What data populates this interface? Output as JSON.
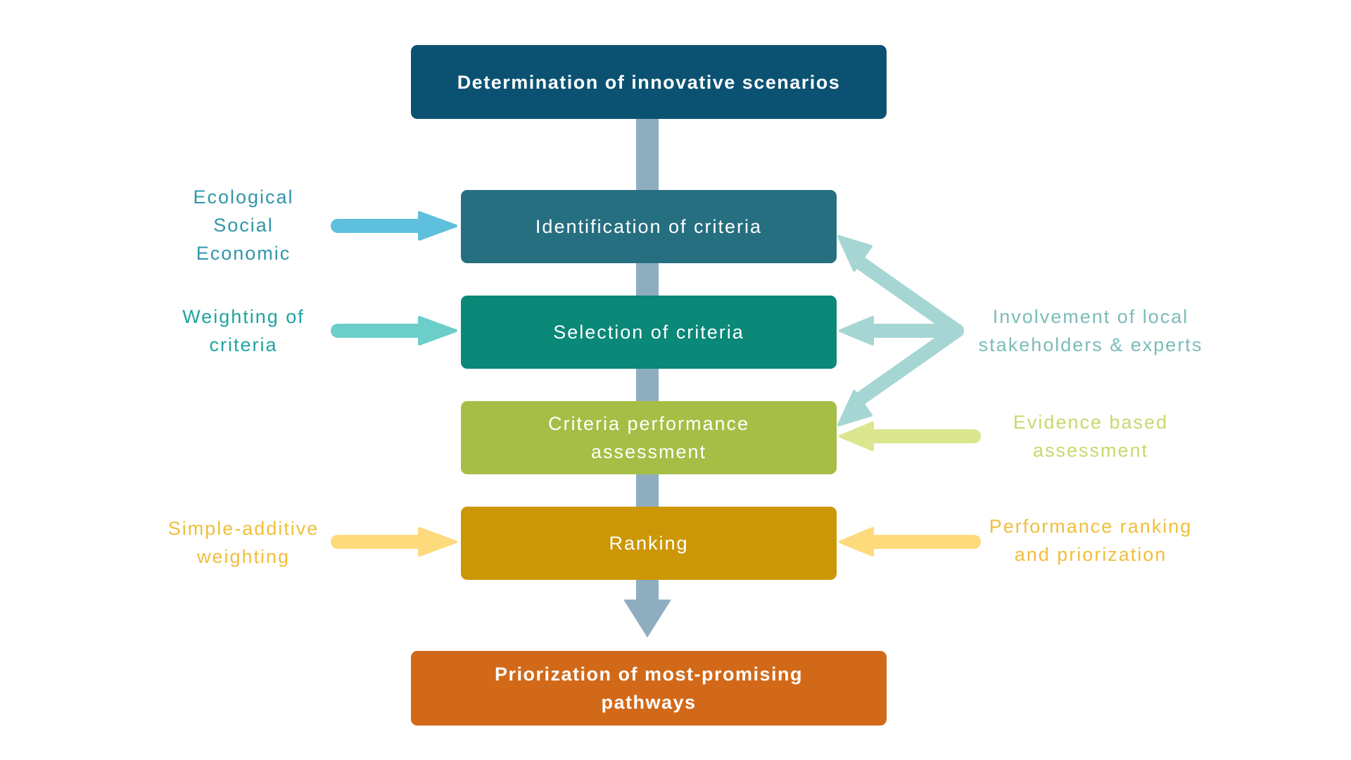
{
  "top_box": {
    "label": "Determination of innovative scenarios",
    "color": "#0b5272"
  },
  "steps": [
    {
      "id": "identification",
      "label": "Identification of criteria",
      "color": "#266f80"
    },
    {
      "id": "selection",
      "label": "Selection of criteria",
      "color": "#0a8878"
    },
    {
      "id": "performance",
      "label": [
        "Criteria performance",
        "assessment"
      ],
      "color": "#a6be45"
    },
    {
      "id": "ranking",
      "label": "Ranking",
      "color": "#cc9707"
    }
  ],
  "bottom_box": {
    "label": [
      "Priorization of most-promising",
      "pathways"
    ],
    "color": "#d26918"
  },
  "left_inputs": [
    {
      "id": "ecological",
      "lines": [
        "Ecological",
        "Social",
        "Economic"
      ],
      "color": "#2f96aa",
      "arrow_color": "#5ec0dc"
    },
    {
      "id": "weighting",
      "lines": [
        "Weighting of",
        "criteria"
      ],
      "color": "#1ea5a0",
      "arrow_color": "#6ccec8"
    },
    {
      "id": "saw",
      "lines": [
        "Simple-additive",
        "weighting"
      ],
      "color": "#f0be3c",
      "arrow_color": "#fdda7c"
    }
  ],
  "right_inputs": [
    {
      "id": "stakeholders",
      "lines": [
        "Involvement of local",
        "stakeholders & experts"
      ],
      "color": "#7cbcb7",
      "arrow_color": "#a6d6d3"
    },
    {
      "id": "evidence",
      "lines": [
        "Evidence based",
        "assessment"
      ],
      "color": "#c8d86c",
      "arrow_color": "#dbe68e"
    },
    {
      "id": "ranking-source",
      "lines": [
        "Performance ranking",
        "and priorization"
      ],
      "color": "#f0be3c",
      "arrow_color": "#fdda7c"
    }
  ],
  "spine_color": "#8eaec0"
}
